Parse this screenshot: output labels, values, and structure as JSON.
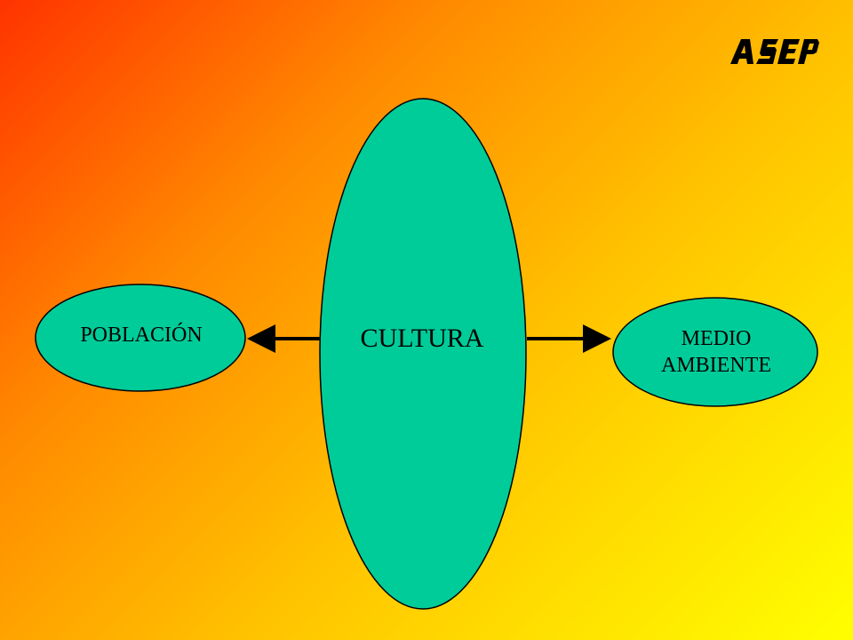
{
  "diagram": {
    "center": {
      "label": "CULTURA"
    },
    "left": {
      "label": "POBLACIÓN"
    },
    "right": {
      "label_line1": "MEDIO",
      "label_line2": "AMBIENTE"
    }
  },
  "logo": {
    "text": "ASEP"
  },
  "colors": {
    "node_fill": "#00cc99",
    "node_stroke": "#000000",
    "arrow": "#000000",
    "gradient_start": "#ff3300",
    "gradient_end": "#ffff00"
  }
}
